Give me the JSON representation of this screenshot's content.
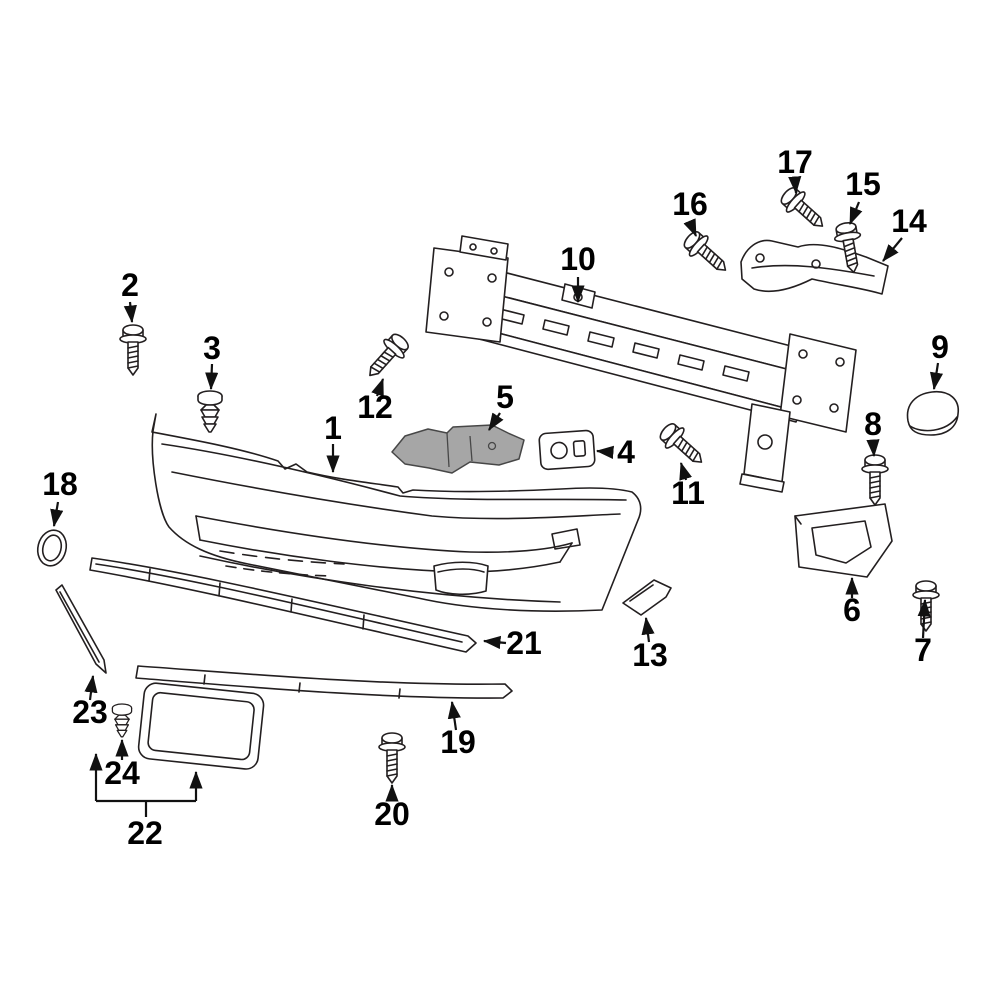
{
  "diagram": {
    "type": "exploded-parts-diagram",
    "colors": {
      "background": "#ffffff",
      "line": "#231f20",
      "highlight_fill": "#a6a6a6",
      "label": "#000000"
    },
    "highlighted_callout": "5",
    "callouts": [
      {
        "label": "1"
      },
      {
        "label": "2"
      },
      {
        "label": "3"
      },
      {
        "label": "4"
      },
      {
        "label": "5"
      },
      {
        "label": "6"
      },
      {
        "label": "7"
      },
      {
        "label": "8"
      },
      {
        "label": "9"
      },
      {
        "label": "10"
      },
      {
        "label": "11"
      },
      {
        "label": "12"
      },
      {
        "label": "13"
      },
      {
        "label": "14"
      },
      {
        "label": "15"
      },
      {
        "label": "16"
      },
      {
        "label": "17"
      },
      {
        "label": "18"
      },
      {
        "label": "19"
      },
      {
        "label": "20"
      },
      {
        "label": "21"
      },
      {
        "label": "22"
      },
      {
        "label": "23"
      },
      {
        "label": "24"
      }
    ]
  }
}
